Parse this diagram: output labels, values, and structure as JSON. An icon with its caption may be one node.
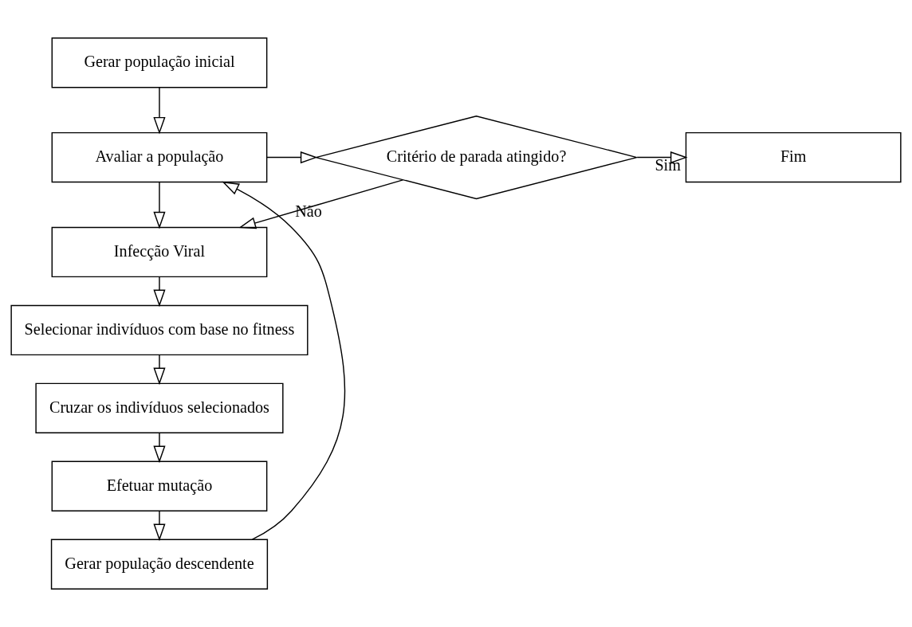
{
  "diagram": {
    "nodes": [
      {
        "text": [
          "Gerar população inicial"
        ]
      },
      {
        "text": [
          "Avaliar a população"
        ]
      },
      {
        "text": [
          "Critério de parada atingido?"
        ]
      },
      {
        "text": [
          "Fim"
        ]
      },
      {
        "text": [
          "Infecção Viral"
        ]
      },
      {
        "text": [
          "Selecionar indivíduos com base no fitness"
        ]
      },
      {
        "text": [
          "Cruzar os indivíduos selecionados"
        ]
      },
      {
        "text": [
          "Efetuar mutação"
        ]
      },
      {
        "text": [
          "Gerar população descendente"
        ]
      }
    ],
    "edges": [
      {
        "from": 0,
        "to": 1,
        "arrow": "to"
      },
      {
        "from": 1,
        "to": 2,
        "arrow": "to"
      },
      {
        "from": 2,
        "to": 3,
        "arrow": "to",
        "label": "Sim"
      },
      {
        "from": 2,
        "to": 4,
        "arrow": "to",
        "label": "Não"
      },
      {
        "from": 1,
        "to": 4,
        "arrow": "to"
      },
      {
        "from": 4,
        "to": 5,
        "arrow": "to"
      },
      {
        "from": 5,
        "to": 6,
        "arrow": "to"
      },
      {
        "from": 6,
        "to": 7,
        "arrow": "to"
      },
      {
        "from": 7,
        "to": 8,
        "arrow": "to"
      },
      {
        "from": 8,
        "to": 1,
        "arrow": "to"
      }
    ]
  }
}
